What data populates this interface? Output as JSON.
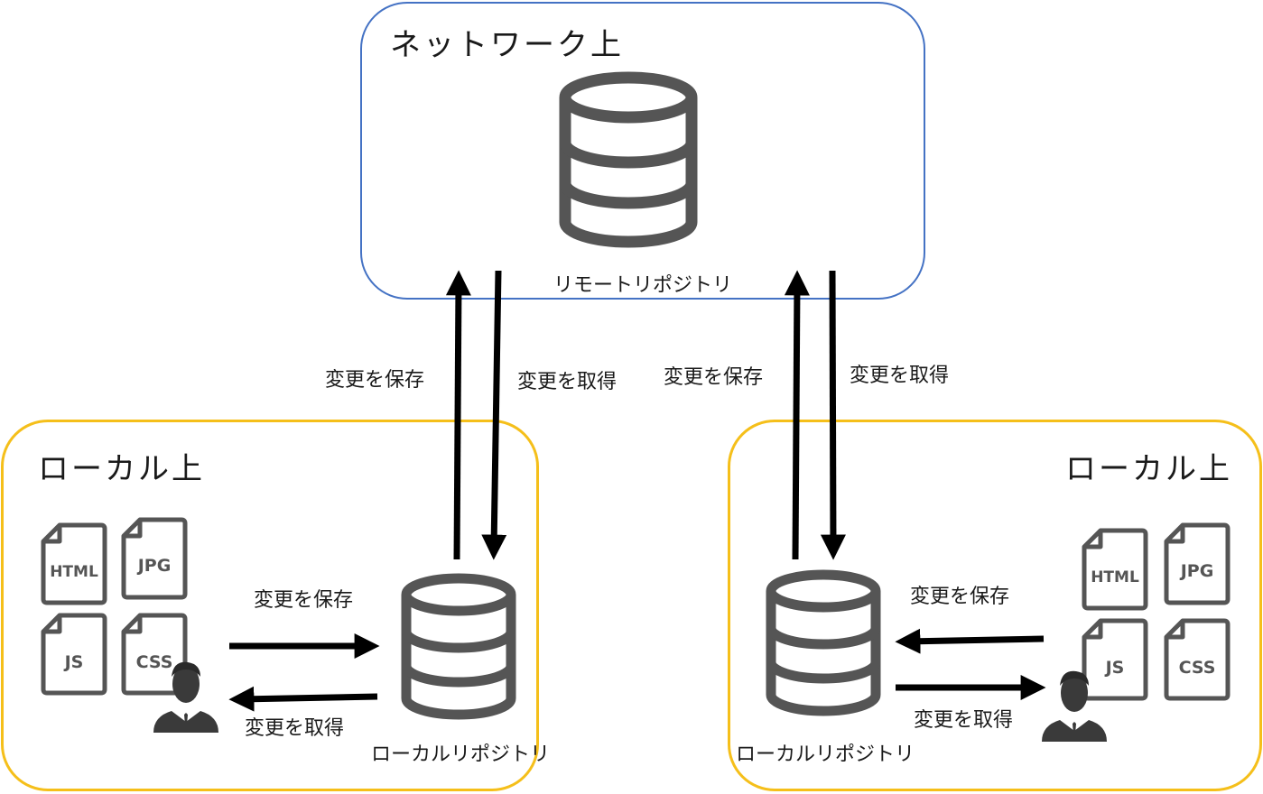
{
  "regions": {
    "network": {
      "title": "ネットワーク上"
    },
    "local_left": {
      "title": "ローカル上"
    },
    "local_right": {
      "title": "ローカル上"
    }
  },
  "repositories": {
    "remote": {
      "label": "リモートリポジトリ"
    },
    "local_left": {
      "label": "ローカルリポジトリ"
    },
    "local_right": {
      "label": "ローカルリポジトリ"
    }
  },
  "arrows": {
    "left_push_label": "変更を保存",
    "left_pull_label": "変更を取得",
    "right_push_label": "変更を保存",
    "right_pull_label": "変更を取得",
    "left_local_save_label": "変更を保存",
    "left_local_fetch_label": "変更を取得",
    "right_local_save_label": "変更を保存",
    "right_local_fetch_label": "変更を取得"
  },
  "files": {
    "html": "HTML",
    "jpg": "JPG",
    "js": "JS",
    "css": "CSS"
  },
  "colors": {
    "network_border": "#4472C4",
    "local_border": "#F5BF1A",
    "icon_gray": "#555555",
    "arrow": "#000000"
  }
}
